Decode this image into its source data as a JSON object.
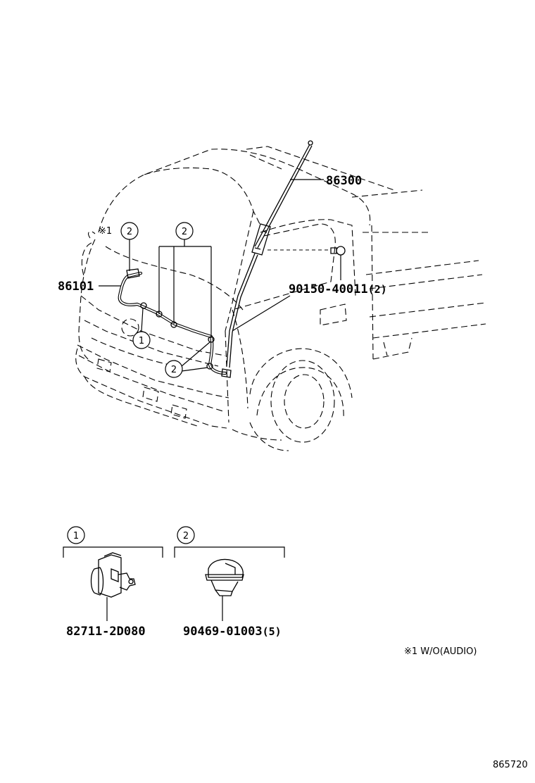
{
  "parts": {
    "antenna_rod": "86300",
    "antenna_cord": "86101",
    "screw": "90150-40011",
    "screw_qty": "(2)",
    "clamp": "82711-2D080",
    "clip": "90469-01003",
    "clip_qty": "(5)"
  },
  "callouts": {
    "one": "1",
    "two": "2"
  },
  "notes": {
    "marker": "※1",
    "footnote": "※1 W/O(AUDIO)"
  },
  "figure_id": "865720"
}
